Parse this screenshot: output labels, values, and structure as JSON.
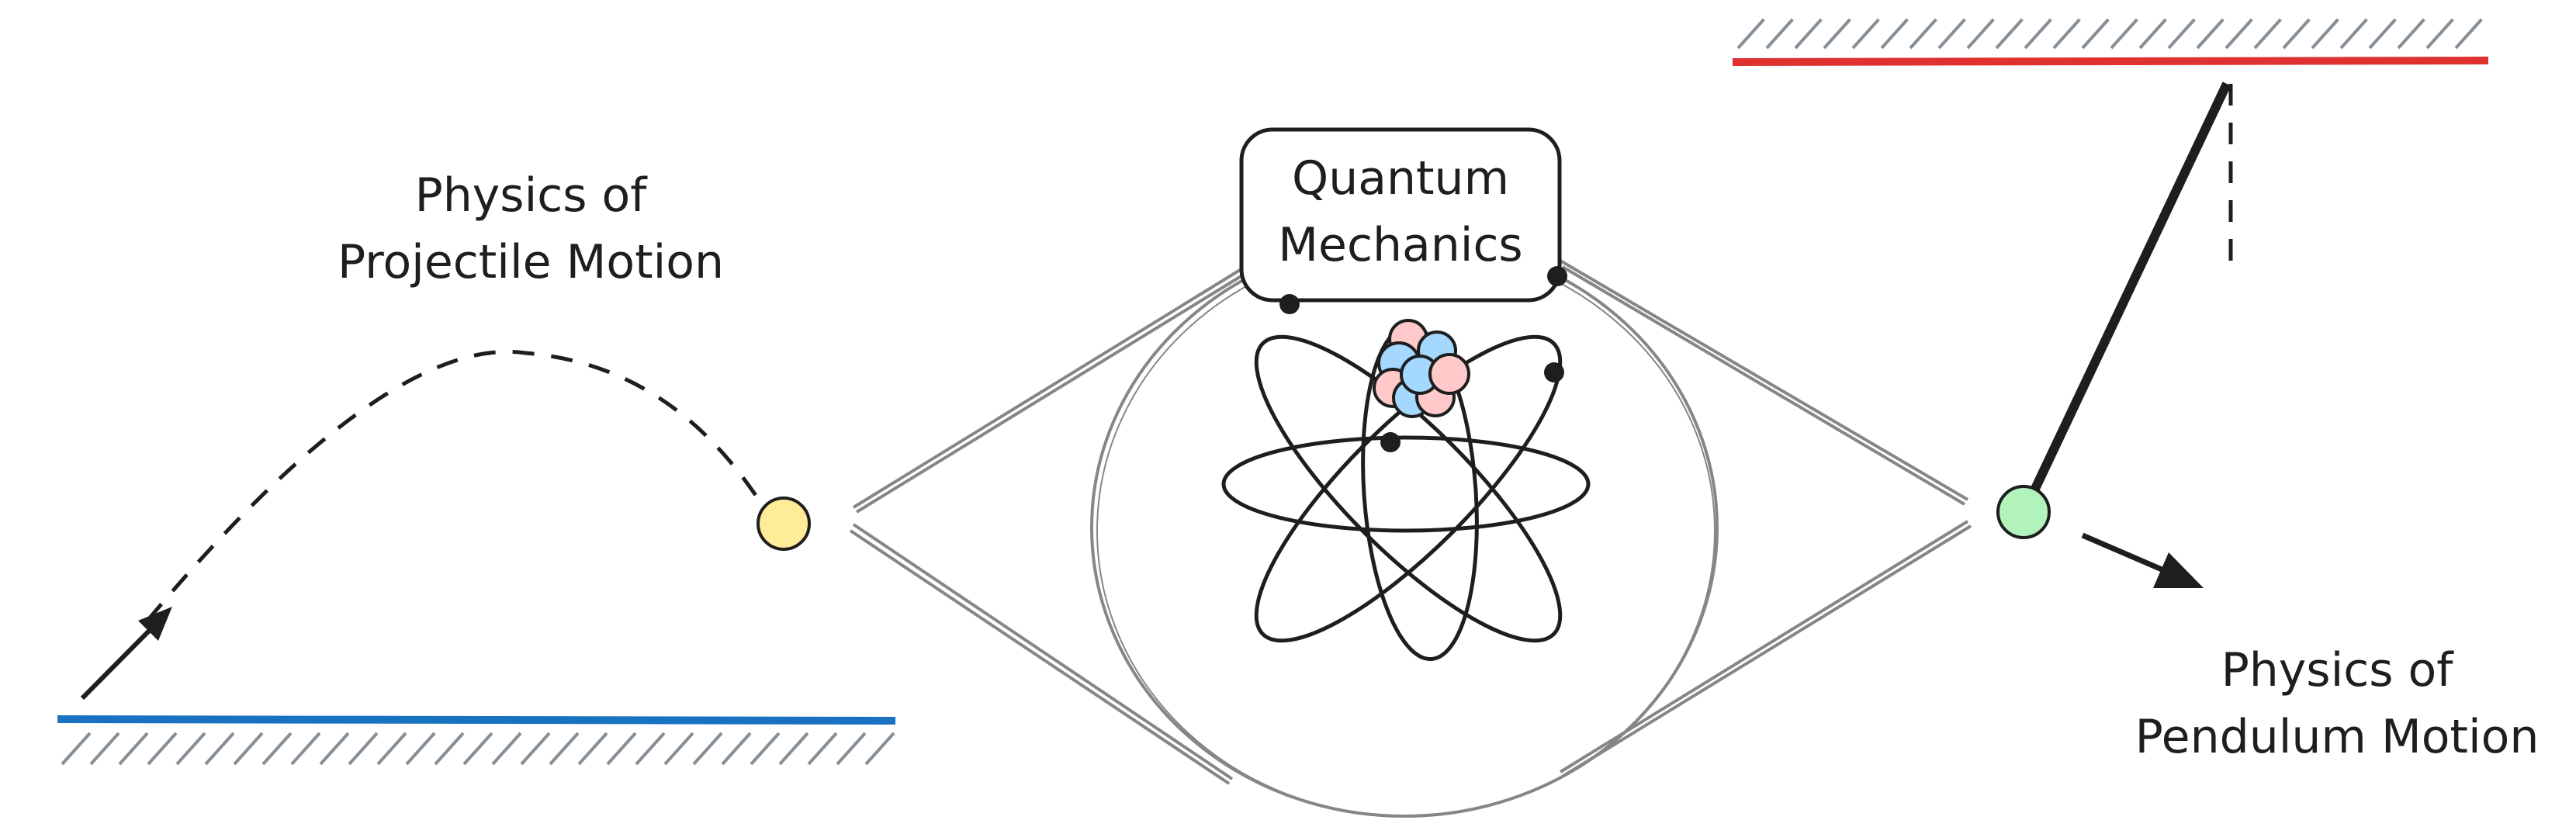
{
  "labels": {
    "projectile": [
      "Physics of",
      "Projectile Motion"
    ],
    "quantum": [
      "Quantum",
      "Mechanics"
    ],
    "pendulum": [
      "Physics of",
      "Pendulum Motion"
    ]
  },
  "colors": {
    "stroke": "#1e1e1e",
    "connector": "#868686",
    "ground_blue": "#1971c2",
    "ceiling_red": "#e03131",
    "projectile_ball": "#ffec99",
    "pendulum_ball": "#b2f2bb",
    "proton": "#ffc9c9",
    "neutron": "#a5d8ff",
    "hatch": "#868e96"
  }
}
